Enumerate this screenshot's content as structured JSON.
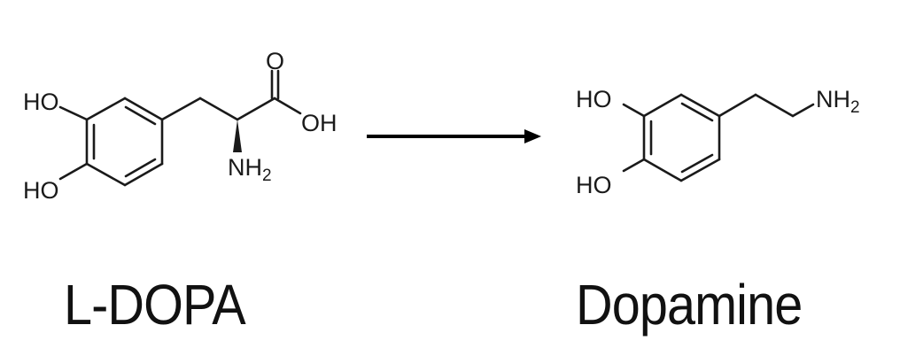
{
  "diagram": {
    "type": "chemical-reaction",
    "reactant": {
      "name": "L-DOPA",
      "labels": {
        "ho_top": "HO",
        "ho_bottom": "HO",
        "carbonyl_o": "O",
        "oh": "OH",
        "amine_n": "NH",
        "amine_sub": "2"
      }
    },
    "arrow": {
      "direction": "right",
      "color": "#000000"
    },
    "product": {
      "name": "Dopamine",
      "labels": {
        "ho_top": "HO",
        "ho_bottom": "HO",
        "amine_n": "NH",
        "amine_sub": "2"
      }
    }
  }
}
